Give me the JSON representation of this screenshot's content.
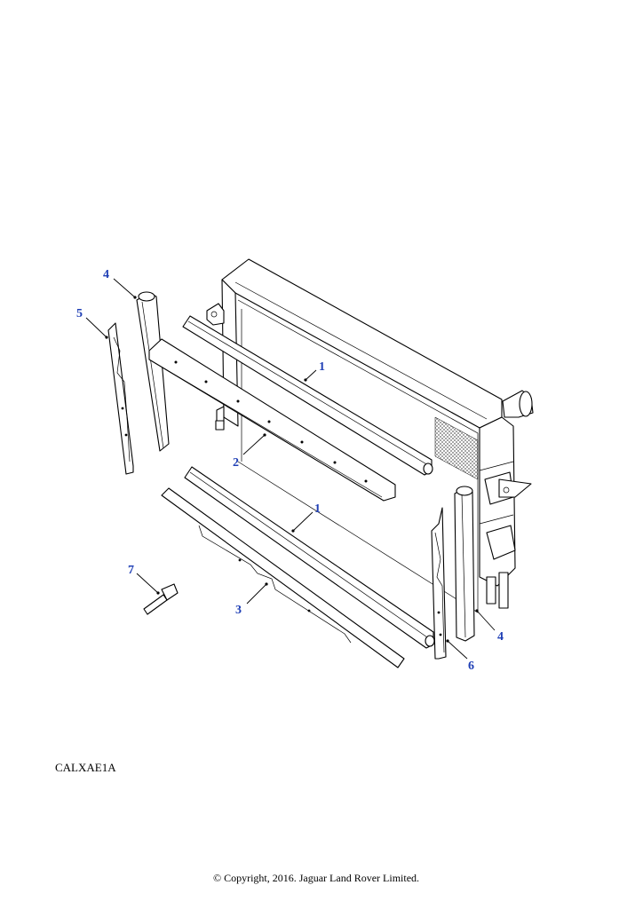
{
  "reference_code": "CALXAE1A",
  "copyright": "© Copyright, 2016. Jaguar Land Rover Limited.",
  "callouts": [
    {
      "id": "c4a",
      "label": "4"
    },
    {
      "id": "c5",
      "label": "5"
    },
    {
      "id": "c1a",
      "label": "1"
    },
    {
      "id": "c2",
      "label": "2"
    },
    {
      "id": "c1b",
      "label": "1"
    },
    {
      "id": "c7",
      "label": "7"
    },
    {
      "id": "c3",
      "label": "3"
    },
    {
      "id": "c4b",
      "label": "4"
    },
    {
      "id": "c6",
      "label": "6"
    }
  ],
  "colors": {
    "callout": "#1f3fb5",
    "line": "#000000",
    "background": "#ffffff"
  }
}
